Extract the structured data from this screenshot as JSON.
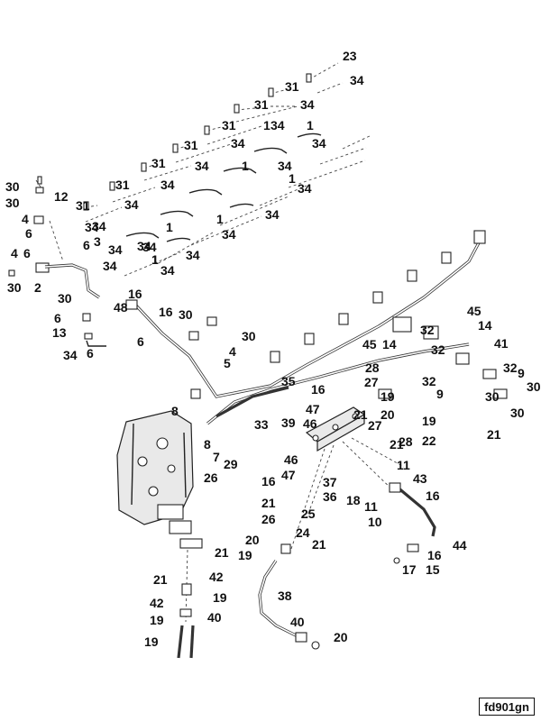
{
  "figure_id": "fd901gn",
  "callouts": [
    {
      "text": "23"
    },
    {
      "text": "34"
    },
    {
      "text": "31"
    },
    {
      "text": "34"
    },
    {
      "text": "31"
    },
    {
      "text": "34"
    },
    {
      "text": "1"
    },
    {
      "text": "31"
    },
    {
      "text": "34"
    },
    {
      "text": "1"
    },
    {
      "text": "34"
    },
    {
      "text": "31"
    },
    {
      "text": "34"
    },
    {
      "text": "34"
    },
    {
      "text": "31"
    },
    {
      "text": "34"
    },
    {
      "text": "1"
    },
    {
      "text": "34"
    },
    {
      "text": "1"
    },
    {
      "text": "31"
    },
    {
      "text": "34"
    },
    {
      "text": "34"
    },
    {
      "text": "1"
    },
    {
      "text": "34"
    },
    {
      "text": "12"
    },
    {
      "text": "31"
    },
    {
      "text": "34"
    },
    {
      "text": "1"
    },
    {
      "text": "34"
    },
    {
      "text": "30"
    },
    {
      "text": "30"
    },
    {
      "text": "4"
    },
    {
      "text": "6"
    },
    {
      "text": "34"
    },
    {
      "text": "1"
    },
    {
      "text": "34"
    },
    {
      "text": "34"
    },
    {
      "text": "34"
    },
    {
      "text": "3"
    },
    {
      "text": "6"
    },
    {
      "text": "34"
    },
    {
      "text": "4"
    },
    {
      "text": "6"
    },
    {
      "text": "1"
    },
    {
      "text": "34"
    },
    {
      "text": "30"
    },
    {
      "text": "2"
    },
    {
      "text": "30"
    },
    {
      "text": "16"
    },
    {
      "text": "48"
    },
    {
      "text": "16"
    },
    {
      "text": "6"
    },
    {
      "text": "13"
    },
    {
      "text": "30"
    },
    {
      "text": "30"
    },
    {
      "text": "6"
    },
    {
      "text": "4"
    },
    {
      "text": "5"
    },
    {
      "text": "34"
    },
    {
      "text": "6"
    },
    {
      "text": "45"
    },
    {
      "text": "32"
    },
    {
      "text": "14"
    },
    {
      "text": "45"
    },
    {
      "text": "14"
    },
    {
      "text": "32"
    },
    {
      "text": "41"
    },
    {
      "text": "28"
    },
    {
      "text": "35"
    },
    {
      "text": "16"
    },
    {
      "text": "27"
    },
    {
      "text": "32"
    },
    {
      "text": "9"
    },
    {
      "text": "32"
    },
    {
      "text": "9"
    },
    {
      "text": "30"
    },
    {
      "text": "47"
    },
    {
      "text": "19"
    },
    {
      "text": "30"
    },
    {
      "text": "8"
    },
    {
      "text": "46"
    },
    {
      "text": "20"
    },
    {
      "text": "30"
    },
    {
      "text": "39"
    },
    {
      "text": "21"
    },
    {
      "text": "33"
    },
    {
      "text": "27"
    },
    {
      "text": "19"
    },
    {
      "text": "22"
    },
    {
      "text": "21"
    },
    {
      "text": "28"
    },
    {
      "text": "21"
    },
    {
      "text": "8"
    },
    {
      "text": "7"
    },
    {
      "text": "29"
    },
    {
      "text": "46"
    },
    {
      "text": "26"
    },
    {
      "text": "16"
    },
    {
      "text": "47"
    },
    {
      "text": "11"
    },
    {
      "text": "37"
    },
    {
      "text": "43"
    },
    {
      "text": "36"
    },
    {
      "text": "16"
    },
    {
      "text": "21"
    },
    {
      "text": "18"
    },
    {
      "text": "11"
    },
    {
      "text": "25"
    },
    {
      "text": "26"
    },
    {
      "text": "10"
    },
    {
      "text": "24"
    },
    {
      "text": "20"
    },
    {
      "text": "21"
    },
    {
      "text": "44"
    },
    {
      "text": "19"
    },
    {
      "text": "16"
    },
    {
      "text": "21"
    },
    {
      "text": "17"
    },
    {
      "text": "15"
    },
    {
      "text": "42"
    },
    {
      "text": "21"
    },
    {
      "text": "19"
    },
    {
      "text": "42"
    },
    {
      "text": "38"
    },
    {
      "text": "19"
    },
    {
      "text": "40"
    },
    {
      "text": "19"
    },
    {
      "text": "40"
    },
    {
      "text": "20"
    },
    {
      "text": "21"
    }
  ]
}
